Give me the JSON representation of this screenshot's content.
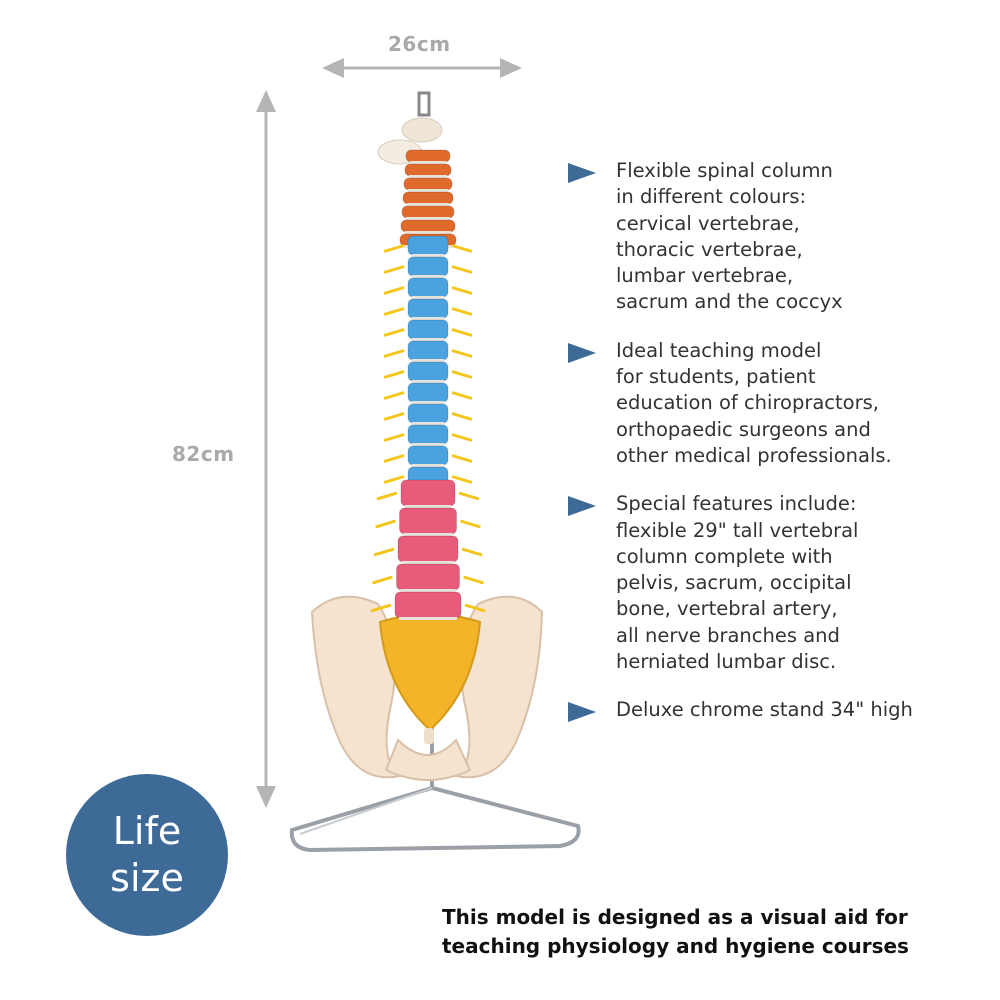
{
  "dimensions": {
    "width": "26cm",
    "height": "82cm"
  },
  "features": [
    {
      "text": "Flexible spinal column\nin different colours:\ncervical vertebrae,\nthoracic vertebrae,\nlumbar vertebrae,\nsacrum and the coccyx"
    },
    {
      "text": "Ideal teaching model\nfor students, patient\neducation of chiropractors,\northopaedic surgeons and\nother medical professionals."
    },
    {
      "text": "Special features include:\nflexible 29\" tall vertebral\ncolumn complete with\npelvis, sacrum, occipital\nbone, vertebral artery,\nall nerve branches and\nherniated lumbar disc."
    },
    {
      "text": "Deluxe chrome stand 34\" high"
    }
  ],
  "badge": {
    "text": "Life\nsize"
  },
  "disclaimer": "This model is designed as a visual aid for\nteaching physiology and hygiene courses",
  "colors": {
    "accent_blue": "#3e6a98",
    "dimension_gray": "#a9a9a9",
    "cervical": "#e06a2c",
    "thoracic": "#4aa3de",
    "lumbar": "#e85b7a",
    "sacrum": "#f3b429",
    "nerve": "#f5c518",
    "bone": "#f5e3d0"
  },
  "icons": {
    "bullet": "triangle-right-icon",
    "dimension": "double-arrow-icon"
  }
}
